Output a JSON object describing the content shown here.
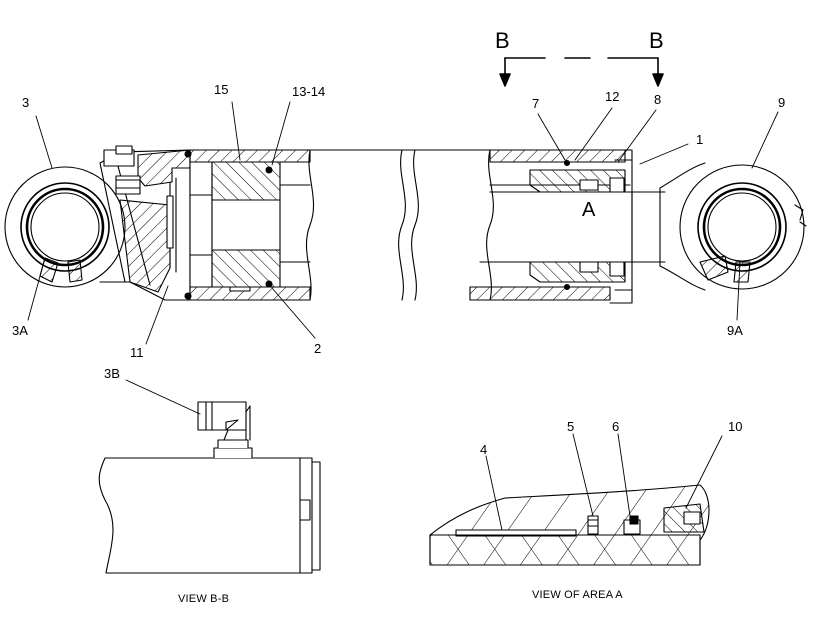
{
  "section_marks": {
    "left": "B",
    "right": "B"
  },
  "area_mark": "A",
  "callouts": {
    "c3": "3",
    "c15": "15",
    "c13_14": "13-14",
    "c7": "7",
    "c12": "12",
    "c8": "8",
    "c9": "9",
    "c1": "1",
    "c3A": "3A",
    "c11": "11",
    "c2": "2",
    "c9A": "9A",
    "c3B": "3B",
    "c4": "4",
    "c5": "5",
    "c6": "6",
    "c10": "10"
  },
  "captions": {
    "view_bb": "VIEW B-B",
    "view_area_a": "VIEW OF AREA A"
  }
}
